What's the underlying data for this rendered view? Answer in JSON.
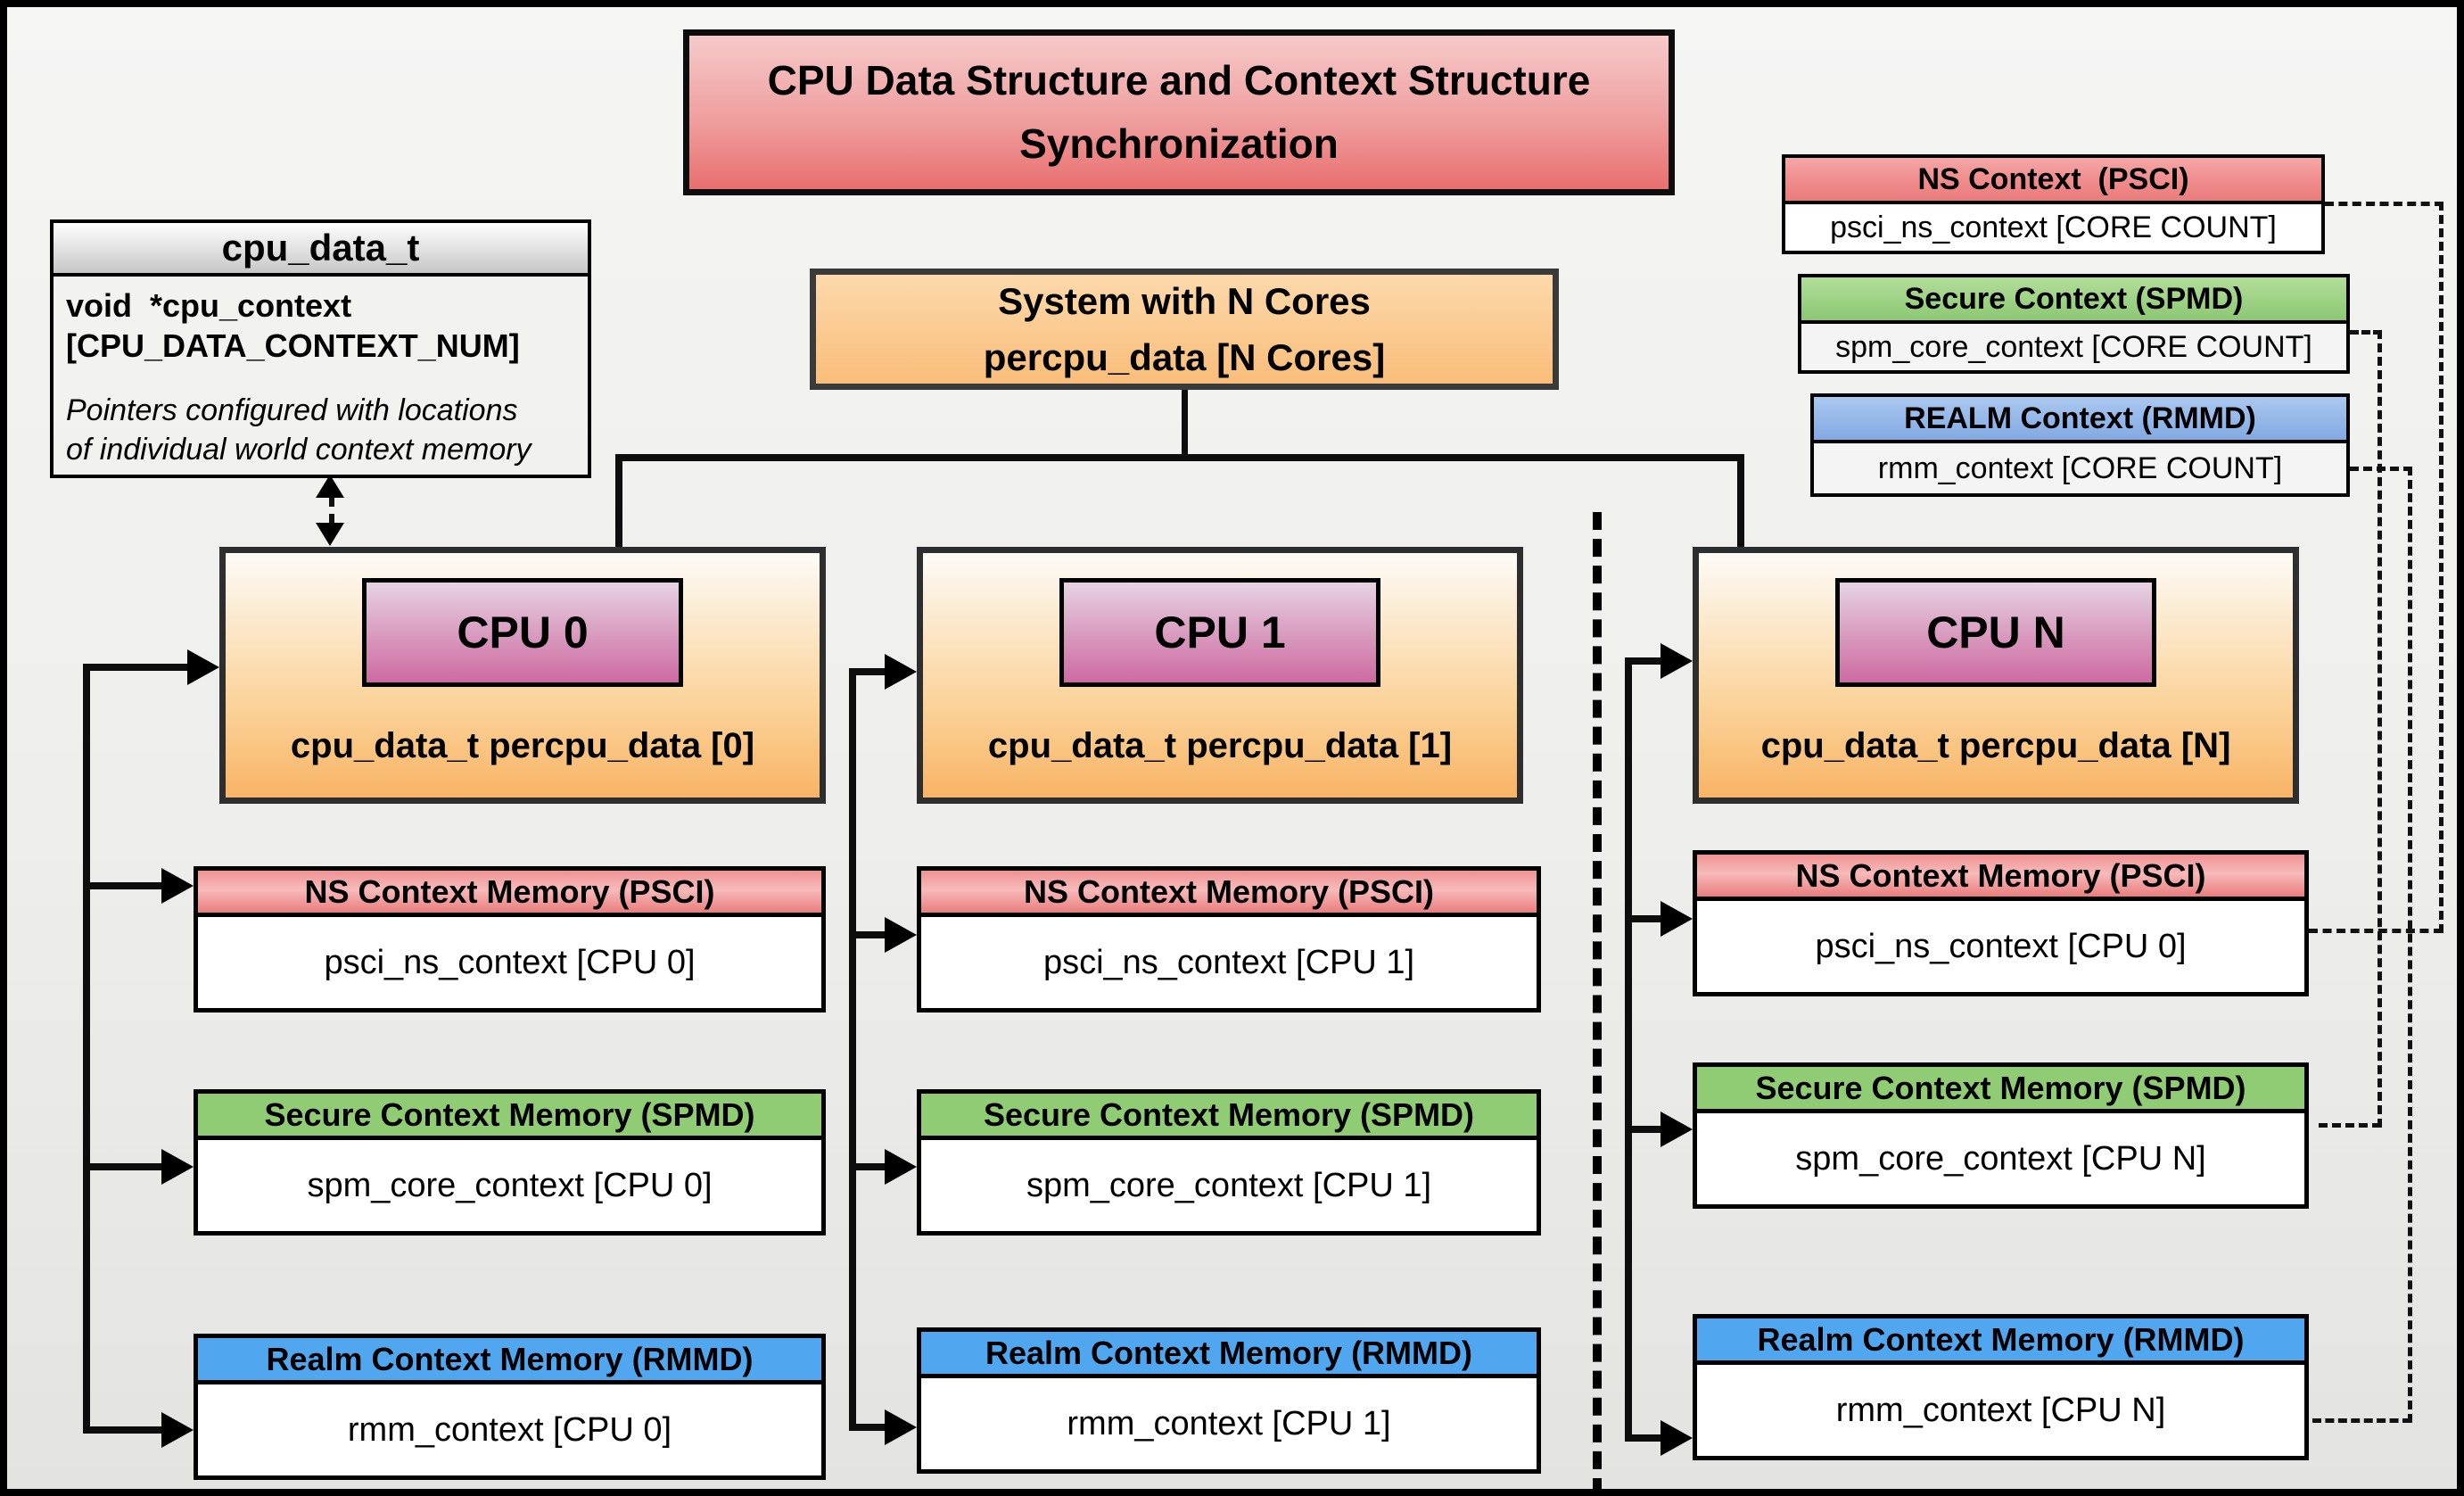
{
  "title": {
    "line1": "CPU Data Structure and Context Structure",
    "line2": "Synchronization"
  },
  "cpu_data_struct": {
    "header": "cpu_data_t",
    "field_line1": "void  *cpu_context",
    "field_line2": "[CPU_DATA_CONTEXT_NUM]",
    "note_line1": "Pointers configured with locations",
    "note_line2": "of individual world context memory"
  },
  "system": {
    "line1": "System with N Cores",
    "line2": "percpu_data [N Cores]"
  },
  "legend": {
    "ns": {
      "title": "NS Context  (PSCI)",
      "value": "psci_ns_context [CORE COUNT]"
    },
    "secure": {
      "title": "Secure Context (SPMD)",
      "value": "spm_core_context [CORE COUNT]"
    },
    "realm": {
      "title": "REALM Context (RMMD)",
      "value": "rmm_context [CORE COUNT]"
    }
  },
  "cpus": [
    {
      "label": "CPU 0",
      "data_label": "cpu_data_t percpu_data [0]",
      "ns_title": "NS Context Memory (PSCI)",
      "ns_value": "psci_ns_context [CPU 0]",
      "secure_title": "Secure Context Memory (SPMD)",
      "secure_value": "spm_core_context [CPU 0]",
      "realm_title": "Realm Context Memory (RMMD)",
      "realm_value": "rmm_context [CPU 0]"
    },
    {
      "label": "CPU 1",
      "data_label": "cpu_data_t percpu_data [1]",
      "ns_title": "NS Context Memory (PSCI)",
      "ns_value": "psci_ns_context [CPU 1]",
      "secure_title": "Secure Context Memory (SPMD)",
      "secure_value": "spm_core_context [CPU 1]",
      "realm_title": "Realm Context Memory (RMMD)",
      "realm_value": "rmm_context [CPU 1]"
    },
    {
      "label": "CPU N",
      "data_label": "cpu_data_t percpu_data [N]",
      "ns_title": "NS Context Memory (PSCI)",
      "ns_value": "psci_ns_context [CPU 0]",
      "secure_title": "Secure Context Memory (SPMD)",
      "secure_value": "spm_core_context [CPU N]",
      "realm_title": "Realm Context Memory (RMMD)",
      "realm_value": "rmm_context [CPU N]"
    }
  ],
  "colors": {
    "title_red": "#ea7272",
    "context_red_header": "#ee8585",
    "context_green_header": "#90cc74",
    "context_blue_header": "#51a7ef",
    "cpu_box_orange": "#f8b466",
    "cpu_label_pink": "#ce6aa2",
    "system_orange": "#f9bd79",
    "struct_header_gray": "#c7c7c7",
    "line_black": "#111111",
    "background_gray": "#eeeeec"
  }
}
